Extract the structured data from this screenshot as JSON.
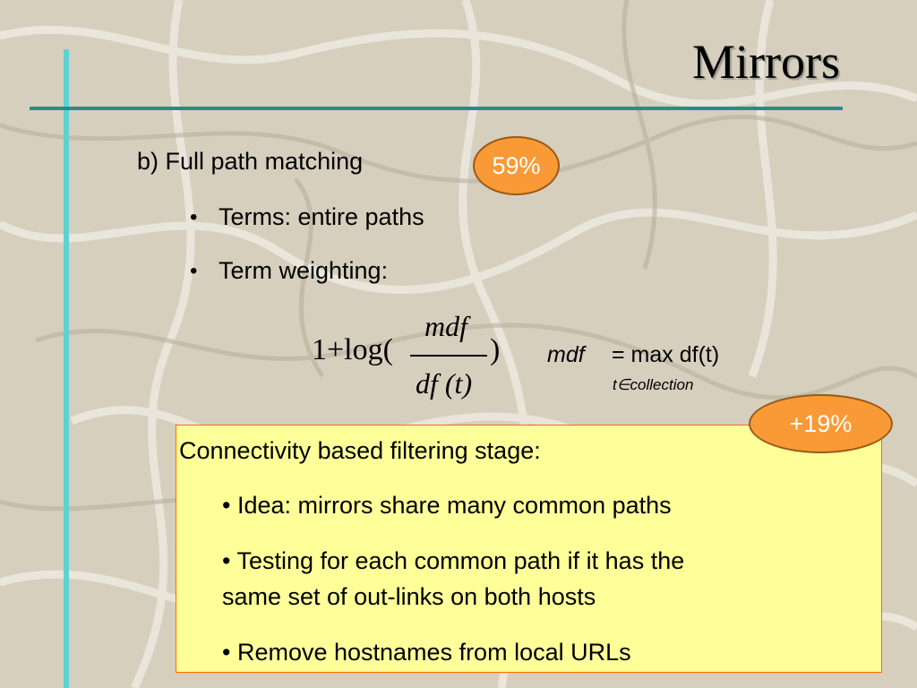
{
  "title": "Mirrors",
  "badges": {
    "b1": "59%",
    "b2": "+19%"
  },
  "section": {
    "heading": "b) Full path matching",
    "bullet_char": "•",
    "bullets": [
      "Terms: entire paths",
      "Term weighting:"
    ]
  },
  "formula": {
    "lhs": "1+log(",
    "numerator": "mdf",
    "denominator": "df (t)",
    "rhs": ")",
    "def_var": "mdf",
    "def_eq": "= max df(t)",
    "def_sub": "t∈collection"
  },
  "box": {
    "heading": "Connectivity based filtering stage:",
    "items": [
      "• Idea: mirrors share many common paths",
      "• Testing for each common path if it has the",
      "same set of out-links on both hosts",
      "• Remove hostnames from local URLs"
    ]
  }
}
